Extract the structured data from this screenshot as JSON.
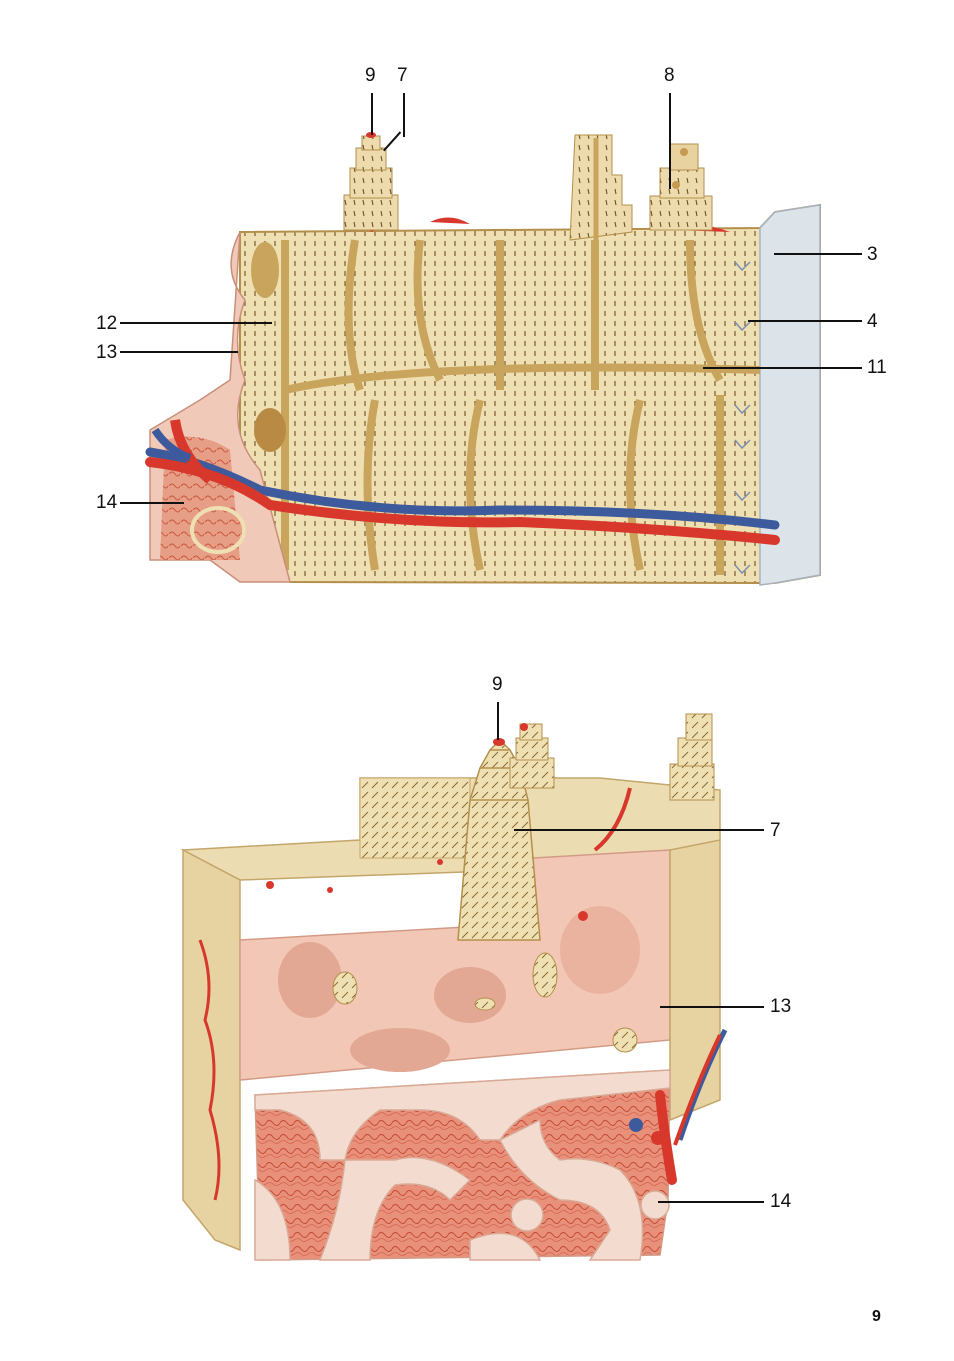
{
  "top_figure": {
    "callouts": {
      "c9": "9",
      "c7": "7",
      "c8": "8",
      "c3": "3",
      "c4": "4",
      "c11": "11",
      "c12": "12",
      "c13": "13",
      "c14": "14"
    }
  },
  "bottom_figure": {
    "callouts": {
      "c9": "9",
      "c7": "7",
      "c13": "13",
      "c14": "14"
    }
  },
  "page": {
    "number": "9"
  },
  "colors": {
    "bone_light": "#efe0b4",
    "bone_dark": "#c9a45c",
    "periosteum": "#dce4ea",
    "artery": "#d8382c",
    "vein": "#3d5a9c",
    "marrow": "#e9a08c",
    "endosteum": "#f1c9b8"
  }
}
